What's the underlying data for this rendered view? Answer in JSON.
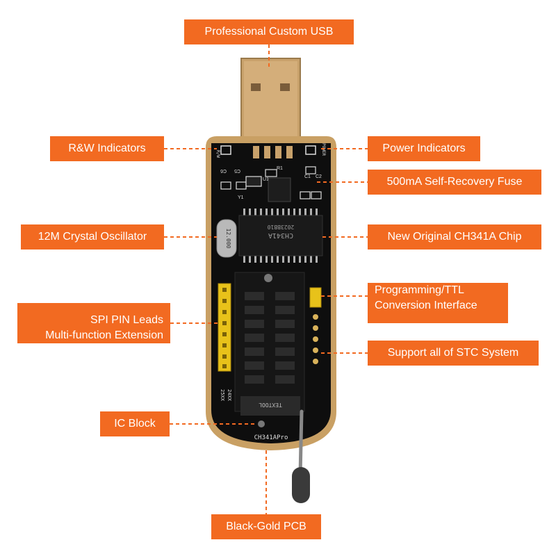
{
  "callouts": {
    "usb": "Professional Custom USB",
    "rw_indicators": "R&W Indicators",
    "power_indicators": "Power Indicators",
    "fuse": "500mA Self-Recovery Fuse",
    "crystal": "12M Crystal Oscillator",
    "chip": "New Original CH341A Chip",
    "spi_line1": "SPI PIN Leads",
    "spi_line2": "Multi-function Extension",
    "ttl_line1": "Programming/TTL",
    "ttl_line2": "Conversion Interface",
    "stc": "Support all of STC System",
    "ic_block": "IC Block",
    "pcb": "Black-Gold PCB"
  },
  "board_markings": {
    "chip_model": "CH341A",
    "chip_code": "2023BB10",
    "crystal_freq": "12.000",
    "board_name": "CH341APro",
    "socket_brand": "TEXTOOL",
    "slot_25": "25XX",
    "slot_24": "24XX",
    "u1": "U1",
    "y1": "Y1",
    "r1": "R1",
    "c5": "C5",
    "c6": "C6",
    "c1": "C1",
    "c2": "C2",
    "rw": "R/W",
    "power": "POWER"
  },
  "colors": {
    "callout_bg": "#f26a21",
    "callout_text": "#ffffff",
    "pcb_black": "#0e0e0e",
    "pcb_gold": "#c9a064",
    "usb_gold": "#c8a16b",
    "pin_yellow": "#e8c21a"
  }
}
